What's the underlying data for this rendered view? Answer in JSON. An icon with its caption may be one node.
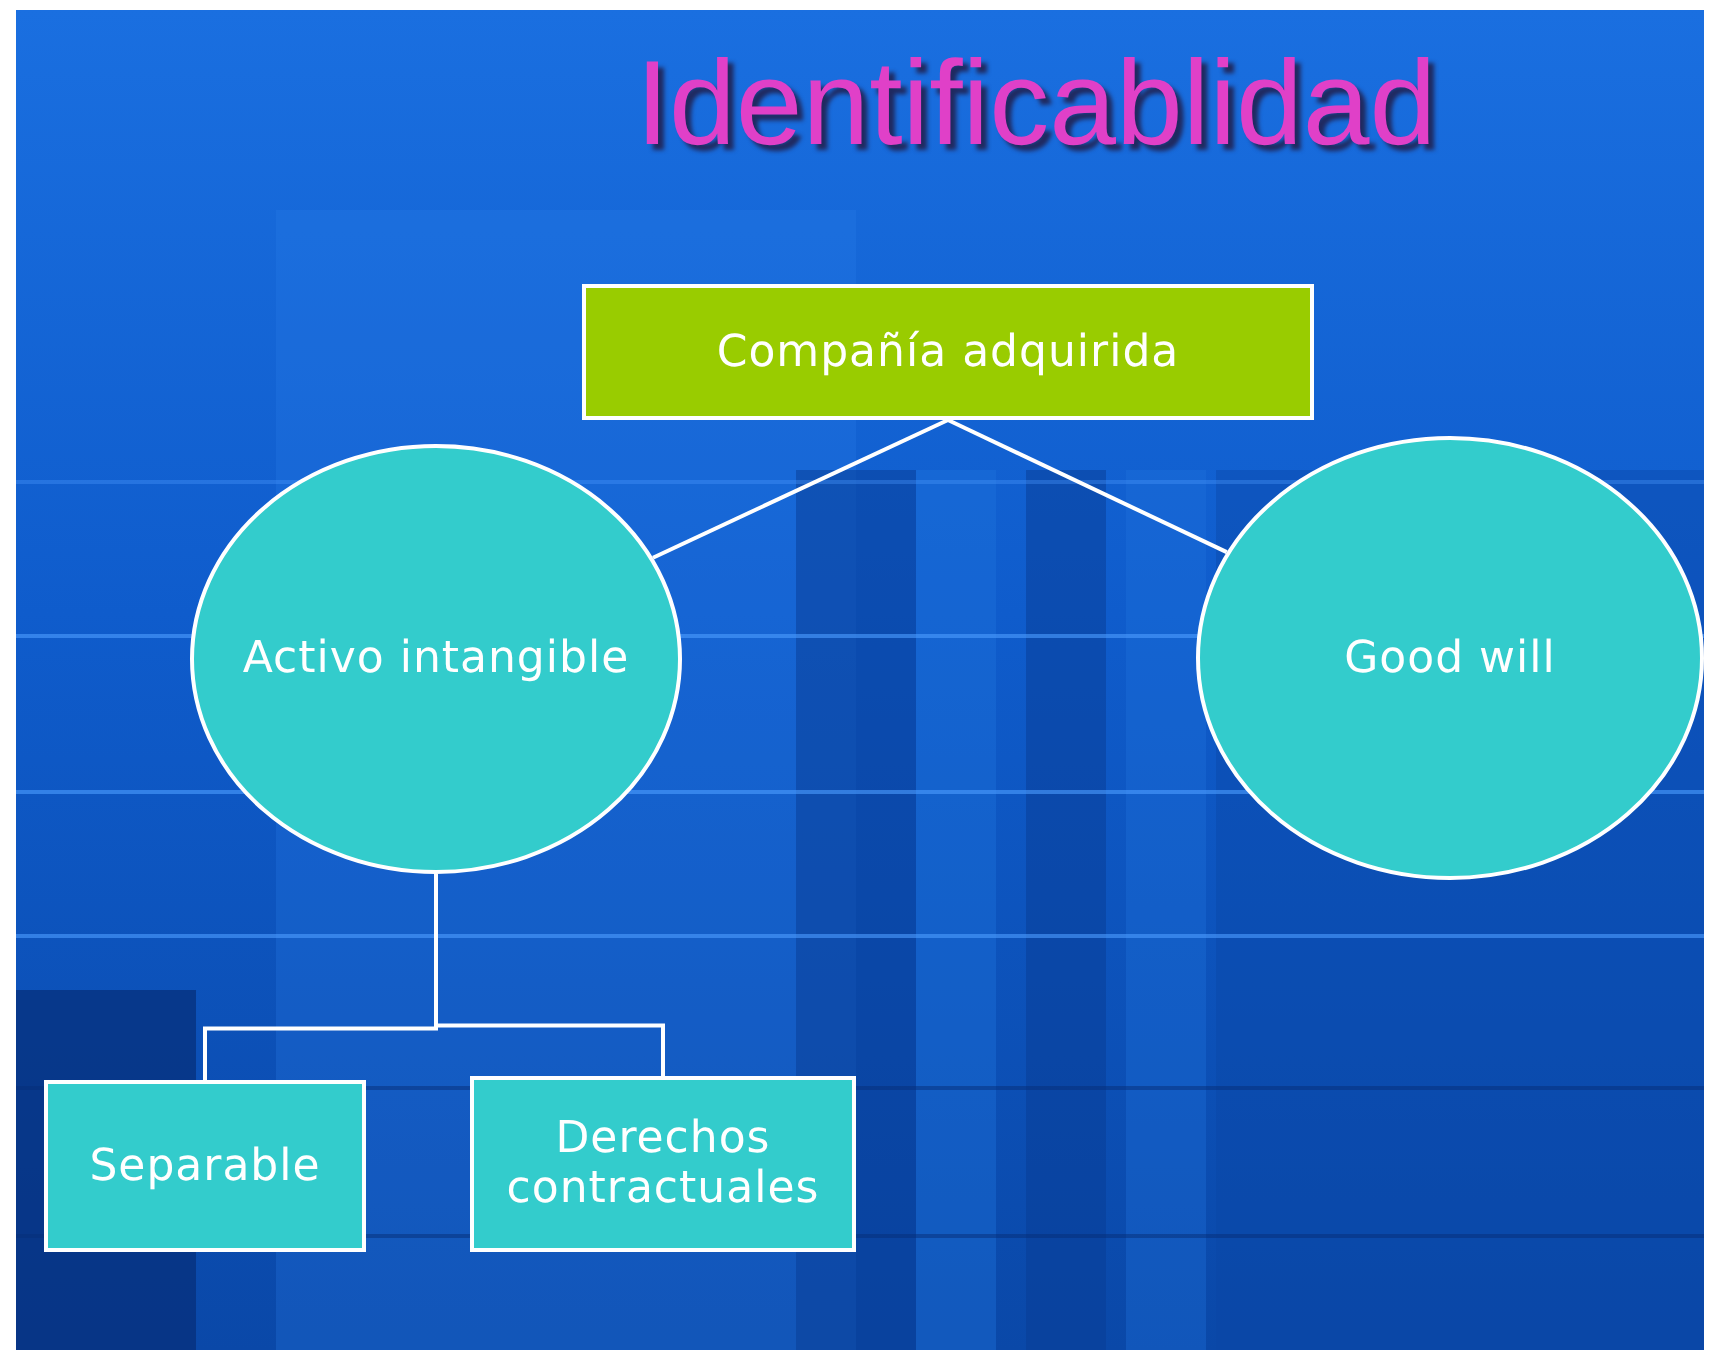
{
  "diagram": {
    "title": "Identificablidad",
    "nodes": [
      {
        "text": [
          "Compañía adquirida"
        ]
      },
      {
        "text": [
          "Activo intangible"
        ]
      },
      {
        "text": [
          "Good will"
        ]
      },
      {
        "text": [
          "Separable"
        ]
      },
      {
        "text": [
          "Derechos contractuales"
        ]
      }
    ],
    "edges": [
      {
        "from": 0,
        "to": 1,
        "arrow": "none"
      },
      {
        "from": 0,
        "to": 2,
        "arrow": "none"
      },
      {
        "from": 1,
        "to": 3,
        "arrow": "none"
      },
      {
        "from": 1,
        "to": 4,
        "arrow": "none"
      }
    ]
  }
}
